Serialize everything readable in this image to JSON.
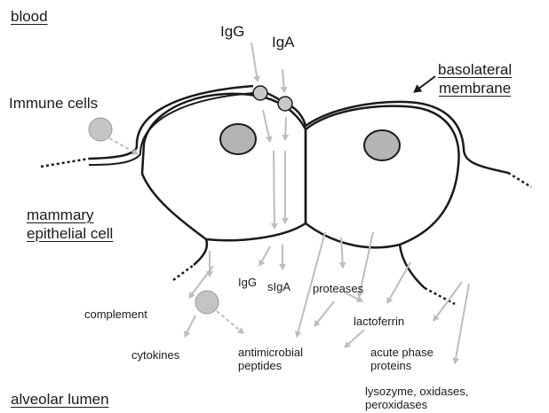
{
  "regions": {
    "blood": "blood",
    "alveolar_lumen": "alveolar lumen"
  },
  "structures": {
    "basolateral_line1": "basolateral",
    "basolateral_line2": "membrane",
    "mammary_line1": "mammary",
    "mammary_line2": "epithelial cell",
    "immune_cells": "Immune cells"
  },
  "blood_molecules": {
    "igg": "IgG",
    "iga": "IgA"
  },
  "lumen_factors": {
    "igg": "IgG",
    "siga": "sIgA",
    "proteases": "proteases",
    "complement": "complement",
    "lactoferrin": "lactoferrin",
    "cytokines": "cytokines",
    "antimicrobial_line1": "antimicrobial",
    "antimicrobial_line2": "peptides",
    "acute_phase_line1": "acute phase",
    "acute_phase_line2": "proteins",
    "lysozyme_line1": "lysozyme, oxidases,",
    "lysozyme_line2": "peroxidases"
  },
  "colors": {
    "membrane": "#1a1a1a",
    "nucleus": "#b4b4b4",
    "arrow": "#bdbdbd"
  }
}
